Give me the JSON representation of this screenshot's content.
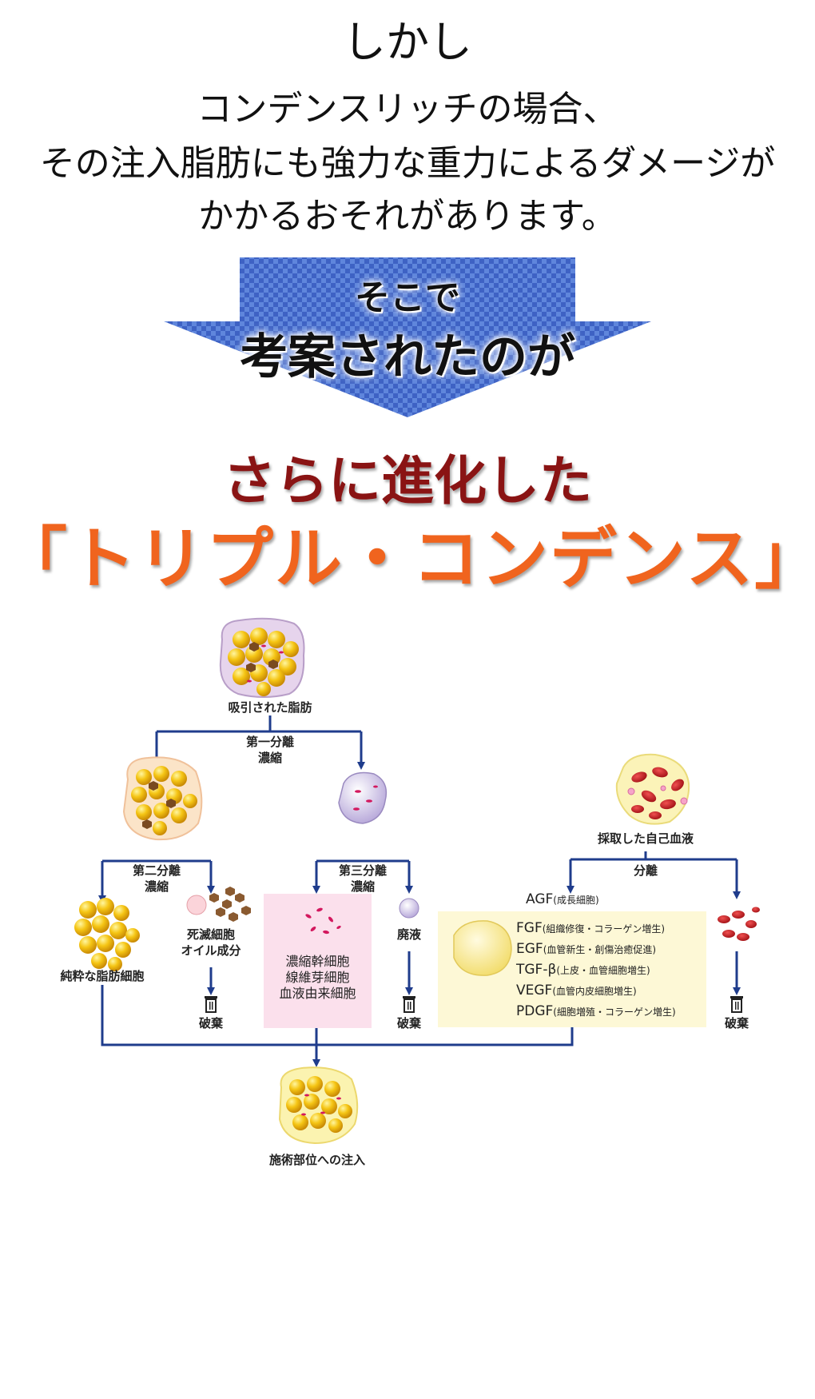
{
  "intro": {
    "shikashi": "しかし",
    "line1": "コンデンスリッチの場合、",
    "line2": "その注入脂肪にも強力な重力によるダメージが",
    "line3": "かかるおそれがあります。"
  },
  "arrow": {
    "line1": "そこで",
    "line2": "考案されたのが",
    "color": "#4a6ecf"
  },
  "evolution": {
    "line1": "さらに進化した",
    "line2": "「トリプル・コンデンス」",
    "line1_color": "#8a1414",
    "line2_color": "#f0641e"
  },
  "diagram": {
    "aspirated_fat": "吸引された脂肪",
    "first_sep": "第一分離",
    "first_conc": "濃縮",
    "second_sep": "第二分離",
    "second_conc": "濃縮",
    "third_sep": "第三分離",
    "third_conc": "濃縮",
    "pure_fat": "純粋な脂肪細胞",
    "dead_cells_1": "死滅細胞",
    "dead_cells_2": "オイル成分",
    "discard": "破棄",
    "stem_1": "濃縮幹細胞",
    "stem_2": "線維芽細胞",
    "stem_3": "血液由来細胞",
    "waste": "廃液",
    "blood": "採取した自己血液",
    "separation": "分離",
    "agf": "AGF",
    "agf_desc": "(成長細胞)",
    "factors": [
      {
        "name": "FGF",
        "desc": "(組織修復・コラーゲン増生)"
      },
      {
        "name": "EGF",
        "desc": "(血管新生・創傷治癒促進)"
      },
      {
        "name": "TGF-β",
        "desc": "(上皮・血管細胞増生)"
      },
      {
        "name": "VEGF",
        "desc": "(血管内皮細胞増生)"
      },
      {
        "name": "PDGF",
        "desc": "(細胞増殖・コラーゲン増生)"
      }
    ],
    "injection": "施術部位への注入",
    "line_color": "#1f3c8c"
  }
}
